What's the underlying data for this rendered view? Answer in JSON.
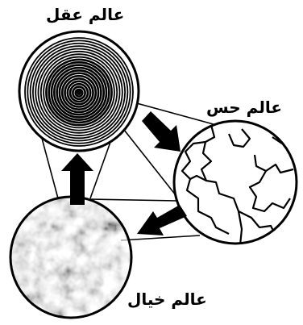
{
  "diagram": {
    "labels": {
      "aql": "عالم عقل",
      "hess": "عالم حس",
      "khiyal": "عالم خیال"
    },
    "colors": {
      "ink": "#000000",
      "paper": "#ffffff",
      "mottle_dark": "#3a3a3a",
      "mottle_light": "#9a9a9a"
    },
    "icons": {
      "aql": "concentric-rings",
      "hess": "map-outline",
      "khiyal": "mottled-texture"
    }
  }
}
